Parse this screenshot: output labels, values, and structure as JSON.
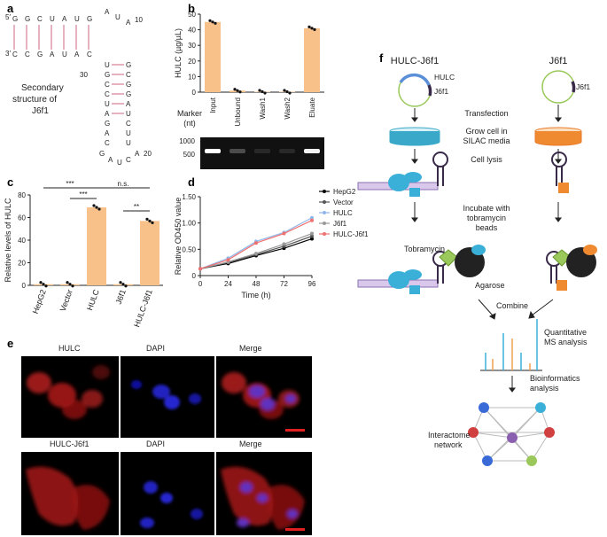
{
  "panels": {
    "a": "a",
    "b": "b",
    "c": "c",
    "d": "d",
    "e": "e",
    "f": "f"
  },
  "panel_a": {
    "label": "Secondary structure of J6f1",
    "label_lines": [
      "Secondary",
      "structure of",
      "J6f1"
    ],
    "five_prime": "5′",
    "three_prime": "3′",
    "pos_labels": {
      "p10": "10",
      "p20": "20",
      "p30": "30"
    },
    "strand_top": [
      "G",
      "G",
      "C",
      "U",
      "A",
      "U",
      "G"
    ],
    "strand_bottom": [
      "C",
      "C",
      "G",
      "A",
      "U",
      "A",
      "C"
    ],
    "loop_top": [
      "A",
      "U",
      "A"
    ],
    "stem_left": [
      "U",
      "G",
      "C",
      "C",
      "U",
      "A",
      "G",
      "A",
      "C"
    ],
    "stem_right": [
      "G",
      "C",
      "G",
      "G",
      "A",
      "U",
      "C",
      "U",
      "U"
    ],
    "loop_bottom": [
      "G",
      "A",
      "U",
      "C",
      "A"
    ]
  },
  "panel_e": {
    "row1": {
      "c1": "HULC",
      "c2": "DAPI",
      "c3": "Merge"
    },
    "row2": {
      "c1": "HULC-J6f1",
      "c2": "DAPI",
      "c3": "Merge"
    }
  },
  "panel_f": {
    "col1_title": "HULC-J6f1",
    "col2_title": "J6f1",
    "hulc": "HULC",
    "j6f1_a": "J6f1",
    "j6f1_b": "J6f1",
    "transfection": "Transfection",
    "grow": [
      "Grow cell in",
      "SILAC media"
    ],
    "lysis": "Cell lysis",
    "incubate": [
      "Incubate with",
      "tobramycin",
      "beads"
    ],
    "tobramycin": "Tobramycin",
    "agarose": "Agarose",
    "combine": "Combine",
    "ms": [
      "Quantitative",
      "MS analysis"
    ],
    "bioinfo": [
      "Bioinformatics",
      "analysis"
    ],
    "interactome": [
      "Interactome",
      "network"
    ]
  },
  "colors": {
    "orange": "#f9c18a",
    "blue": "#7aa7e0",
    "grey": "#8a8a8a",
    "red": "#d04040",
    "cyan": "#4fb3d9",
    "green": "#9ac85a",
    "purple": "#8a5fb0"
  },
  "chart_data": [
    {
      "type": "bar",
      "panel": "b",
      "ylabel": "HULC (µg/µL)",
      "ylim": [
        0,
        50
      ],
      "yticks": [
        "0",
        "10",
        "20",
        "30",
        "40",
        "50"
      ],
      "categories": [
        "Input",
        "Unbound",
        "Wash1",
        "Wash2",
        "Eluate"
      ],
      "values": [
        45,
        1,
        0.3,
        0.3,
        41
      ],
      "gel": {
        "marker_label": "Marker",
        "marker_unit": "(nt)",
        "ticks": [
          "1000",
          "500"
        ],
        "band_intensity": [
          1,
          0.25,
          0.1,
          0.1,
          0.95
        ]
      }
    },
    {
      "type": "bar",
      "panel": "c",
      "ylabel": "Relative levels of HULC",
      "ylim": [
        0,
        80
      ],
      "yticks": [
        "0",
        "20",
        "40",
        "60",
        "80"
      ],
      "categories": [
        "HepG2",
        "Vector",
        "HULC",
        "J6f1",
        "HULC-J6f1"
      ],
      "values": [
        1,
        1,
        69,
        1,
        57
      ],
      "significance": [
        {
          "label": "***",
          "from": 0,
          "to": 2
        },
        {
          "label": "***",
          "from": 1,
          "to": 2
        },
        {
          "label": "n.s.",
          "from": 2,
          "to": 4
        },
        {
          "label": "**",
          "from": 3,
          "to": 4
        }
      ]
    },
    {
      "type": "line",
      "panel": "d",
      "xlabel": "Time (h)",
      "ylabel": "Relative OD450 value",
      "x": [
        0,
        24,
        48,
        72,
        96
      ],
      "xticks": [
        "0",
        "24",
        "48",
        "72",
        "96"
      ],
      "ylim": [
        0,
        1.5
      ],
      "yticks": [
        "0",
        "0.50",
        "1.00",
        "1.50"
      ],
      "series": [
        {
          "name": "HepG2",
          "values": [
            0.13,
            0.23,
            0.38,
            0.52,
            0.7
          ],
          "color": "#000000"
        },
        {
          "name": "Vector",
          "values": [
            0.13,
            0.25,
            0.4,
            0.56,
            0.75
          ],
          "color": "#555555"
        },
        {
          "name": "HULC",
          "values": [
            0.13,
            0.33,
            0.65,
            0.82,
            1.1
          ],
          "color": "#8fb8ea"
        },
        {
          "name": "J6f1",
          "values": [
            0.13,
            0.26,
            0.42,
            0.6,
            0.8
          ],
          "color": "#999999"
        },
        {
          "name": "HULC-J6f1",
          "values": [
            0.13,
            0.3,
            0.62,
            0.8,
            1.05
          ],
          "color": "#f07070"
        }
      ]
    }
  ]
}
